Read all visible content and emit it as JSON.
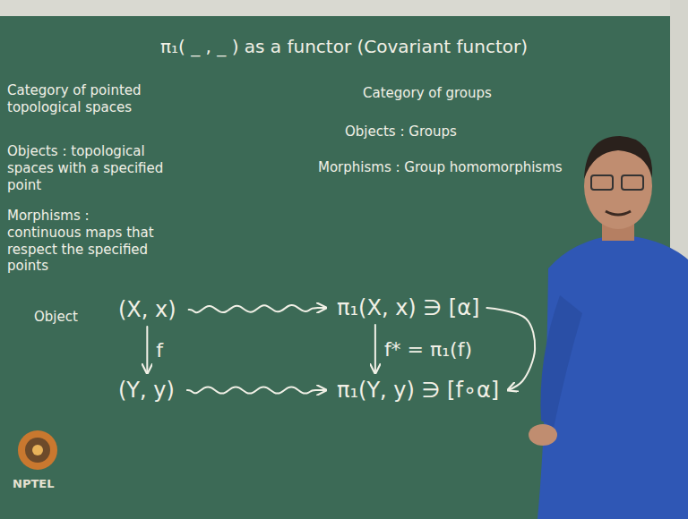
{
  "diagram": {
    "title": "π₁( _ , _ ) as a functor (Covariant functor)",
    "nodes": [
      {
        "text": [
          "(X, x)"
        ]
      },
      {
        "text": [
          "(Y, y)"
        ]
      },
      {
        "text": [
          "π₁(X, x) ∋ [α]"
        ]
      },
      {
        "text": [
          "π₁(Y, y) ∋ [f∘α]"
        ]
      }
    ],
    "edges": [
      {
        "from": 0,
        "to": 1,
        "label": "f",
        "arrow": "to"
      },
      {
        "from": 0,
        "to": 2,
        "arrow": "to"
      },
      {
        "from": 1,
        "to": 3,
        "arrow": "to"
      },
      {
        "from": 2,
        "to": 3,
        "label": "f* = π₁(f)",
        "arrow": "to"
      },
      {
        "from": 2,
        "to": 3,
        "arrow": "to"
      }
    ],
    "labels": [
      "Category of pointed topological spaces",
      "Objects : topological spaces with a specified point",
      "Morphisms : continuous maps that respect the specified points",
      "Category of groups",
      "Objects : Groups",
      "Morphisms : Group homomorphisms",
      "Object",
      "NPTEL"
    ]
  }
}
